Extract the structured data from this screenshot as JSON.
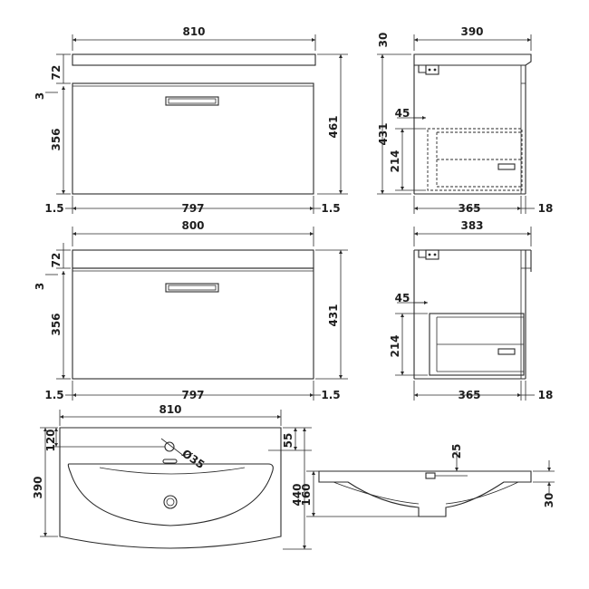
{
  "front_top": {
    "width_total": "810",
    "top_thickness": "72",
    "gap": "3",
    "drawer_height": "356",
    "height_total": "461",
    "left_margin": "1.5",
    "inner_width": "797",
    "right_margin": "1.5"
  },
  "side_top": {
    "top_thickness": "30",
    "depth_total": "390",
    "height": "431",
    "handle_offset": "45",
    "drawer_height": "214",
    "inner_depth": "365",
    "door_thickness": "18"
  },
  "front_bottom": {
    "width_total": "800",
    "top_thickness": "72",
    "gap": "3",
    "drawer_height": "356",
    "height_total": "431",
    "left_margin": "1.5",
    "inner_width": "797",
    "right_margin": "1.5"
  },
  "side_bottom": {
    "depth_total": "383",
    "handle_offset": "45",
    "drawer_height": "214",
    "inner_depth": "365",
    "door_thickness": "18"
  },
  "basin_plan": {
    "width": "810",
    "tap_offset": "120",
    "depth": "390",
    "tap_hole": "Ø35",
    "rim": "55",
    "depth_total": "440"
  },
  "basin_section": {
    "overflow": "25",
    "bowl_depth": "160",
    "rim_thickness": "30"
  }
}
